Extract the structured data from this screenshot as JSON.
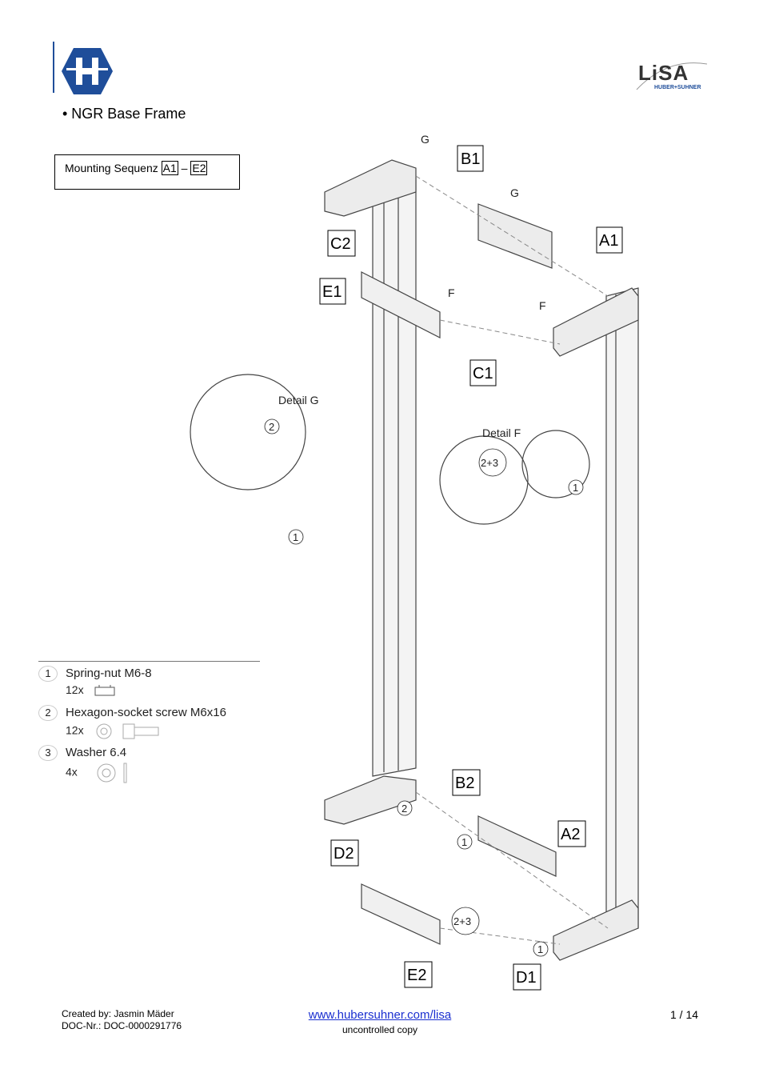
{
  "header": {
    "title": "• NGR Base Frame",
    "lisa_logo_text": "LiSA",
    "lisa_logo_sub": "HUBER+SUHNER"
  },
  "sequence": {
    "label": "Mounting Sequenz",
    "from": "A1",
    "dash": "–",
    "to": "E2"
  },
  "parts": [
    {
      "num": "1",
      "name": "Spring-nut M6-8",
      "qty": "12x"
    },
    {
      "num": "2",
      "name": "Hexagon-socket screw M6x16",
      "qty": "12x"
    },
    {
      "num": "3",
      "name": "Washer 6.4",
      "qty": "4x"
    }
  ],
  "drawing": {
    "labels": [
      "B1",
      "A1",
      "C2",
      "E1",
      "C1",
      "B2",
      "A2",
      "D2",
      "E2",
      "D1"
    ],
    "detail_g": "Detail G",
    "detail_f": "Detail F",
    "letter_g": "G",
    "letter_f": "F",
    "callout_1": "1",
    "callout_2": "2",
    "callout_23": "2+3"
  },
  "footer": {
    "created_by": "Created by: Jasmin Mäder",
    "doc_nr": "DOC-Nr.: DOC-0000291776",
    "link": "www.hubersuhner.com/lisa",
    "note": "uncontrolled copy",
    "page": "1 / 14"
  },
  "colors": {
    "brand_blue": "#1f4e9a",
    "link": "#1a2fd0"
  }
}
